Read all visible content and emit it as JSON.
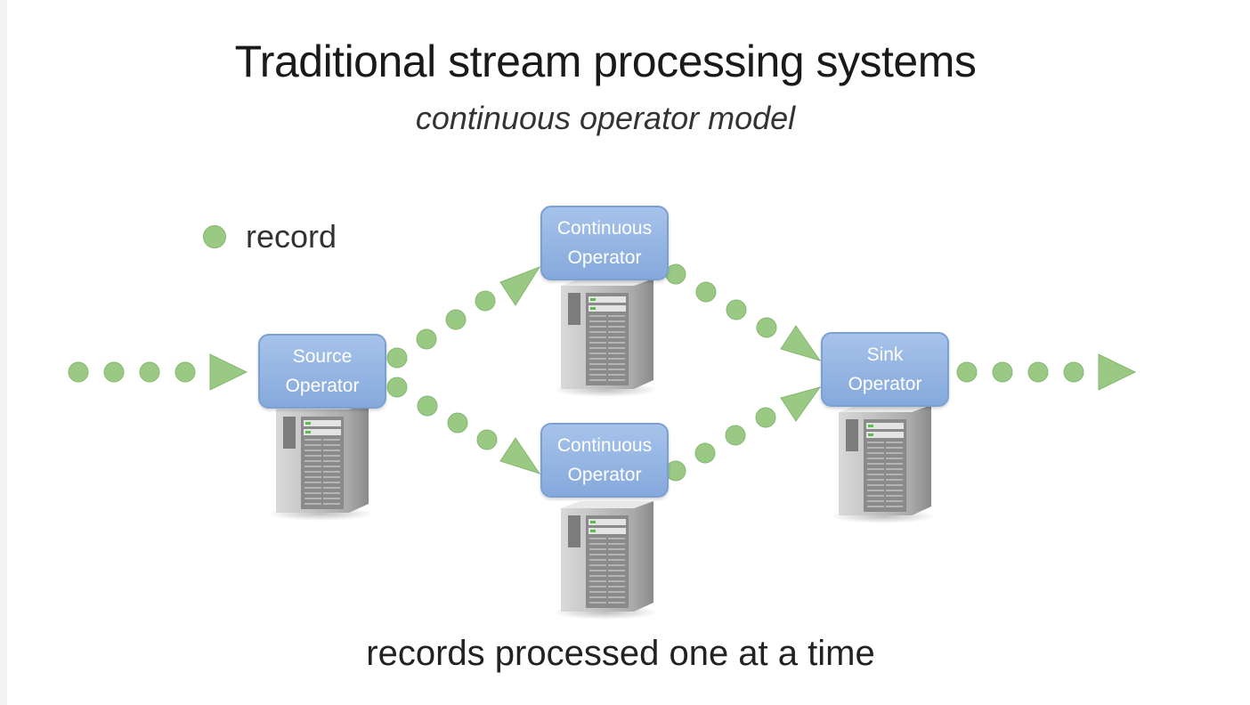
{
  "slide": {
    "title": "Traditional stream processing systems",
    "subtitle": "continuous operator model",
    "caption": "records processed one at a time"
  },
  "legend": {
    "label": "record"
  },
  "operators": {
    "source": "Source\nOperator",
    "continuous_top": "Continuous\nOperator",
    "continuous_bottom": "Continuous\nOperator",
    "sink": "Sink\nOperator"
  },
  "colors": {
    "record_dot": "#99c983",
    "arrow": "#99c983",
    "operator_box": "#8fb0e0",
    "operator_text": "#ffffff",
    "server_body": "#c9c9c9"
  },
  "icons": {
    "server": "server-tower-icon",
    "record": "record-dot",
    "arrow": "flow-arrow-icon"
  }
}
